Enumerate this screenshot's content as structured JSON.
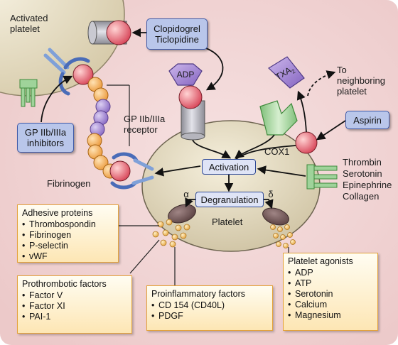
{
  "labels": {
    "activated_platelet_l1": "Activated",
    "activated_platelet_l2": "platelet",
    "clopidogrel_l1": "Clopidogrel",
    "clopidogrel_l2": "Ticlopidine",
    "adp_receptor_ligand": "ADP",
    "txa2": "TXA",
    "txa2_sub": "2",
    "neighboring_l1": "To",
    "neighboring_l2": "neighboring",
    "neighboring_l3": "platelet",
    "aspirin": "Aspirin",
    "cox1": "COX1",
    "gp_receptor_l1": "GP IIb/IIIa",
    "gp_receptor_l2": "receptor",
    "gp_inhibitors_l1": "GP IIb/IIIa",
    "gp_inhibitors_l2": "inhibitors",
    "fibrinogen": "Fibrinogen",
    "activation": "Activation",
    "degranulation": "Degranulation",
    "alpha": "α",
    "delta": "δ",
    "platelet": "Platelet",
    "agonists_l1": "Thrombin",
    "agonists_l2": "Serotonin",
    "agonists_l3": "Epinephrine",
    "agonists_l4": "Collagen"
  },
  "boxes": {
    "adhesive": {
      "title": "Adhesive proteins",
      "items": [
        "Thrombospondin",
        "Fibrinogen",
        "P-selectin",
        "vWF"
      ]
    },
    "prothrombotic": {
      "title": "Prothrombotic factors",
      "items": [
        "Factor V",
        "Factor XI",
        "PAI-1"
      ]
    },
    "proinflammatory": {
      "title": "Proinflammatory factors",
      "items": [
        "CD 154 (CD40L)",
        "PDGF"
      ]
    },
    "agonists": {
      "title": "Platelet agonists",
      "items": [
        "ADP",
        "ATP",
        "Serotonin",
        "Calcium",
        "Magnesium"
      ]
    }
  }
}
